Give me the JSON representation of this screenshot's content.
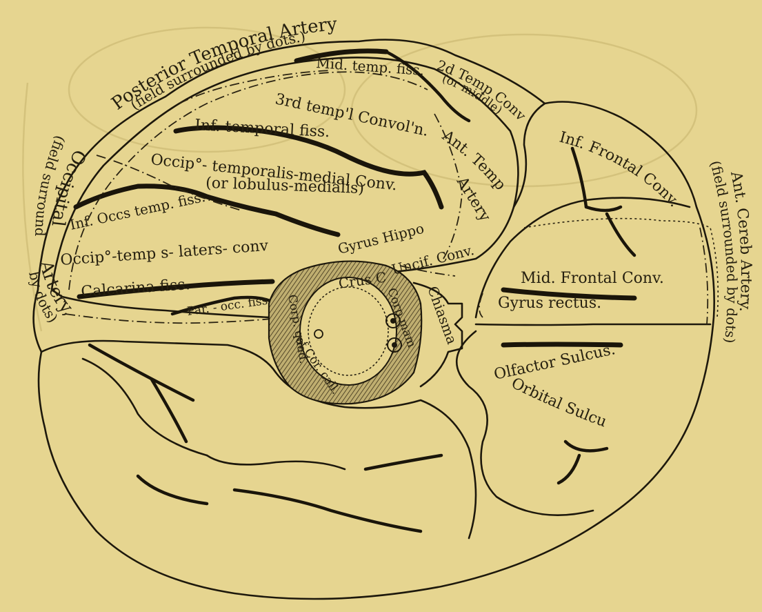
{
  "labels": {
    "posterior_temporal_artery": "Posterior Temporal Artery",
    "posterior_field_note": "(field surrounded by dots.)",
    "mid_temp_fiss": "Mid. temp. fiss.",
    "second_temp_conv": "2d Temp Conv",
    "second_temp_conv_note": "(or middle)",
    "third_temp_convol": "3rd temp'l Convol'n.",
    "inf_temporal_fiss": "Inf. temporal fiss.",
    "ant_temp_artery_1": "Ant. Temp",
    "ant_temp_artery_2": "Artery",
    "occip_temporalis_medial": "Occip°- temporalis-medial Conv.",
    "lobulus_medialis": "(or lobulus-medialis)",
    "occipital": "Occipital",
    "occipital_field_note": "(field surround",
    "occipital_artery": "Artery,",
    "occipital_by_dots": "by dots)",
    "inf_occ_temp_fiss": "Inf. Occs temp. fiss.",
    "occip_temp_lateral": "Occip°-temp s- laters- conv",
    "gyrus_hippo": "Gyrus Hippo",
    "uncif_conv": "Uncif. Conv.",
    "calcarina_fiss": "Calcarina fiss.",
    "par_occ_fiss": "Par. - occ. fiss",
    "crus_c": "Crus C",
    "corp_mam": "Corp mam",
    "chiasma": "Chiasma",
    "corp_quad": "Corp. quad.",
    "cor_call": "of Cor. call.",
    "inf_frontal_conv": "Inf. Frontal Conv.",
    "ant_cereb_artery": "Ant. Cereb Artery.",
    "ant_cereb_note": "(field surrounded by dots)",
    "mid_frontal_conv": "Mid. Frontal Conv.",
    "gyrus_rectus": "Gyrus rectus.",
    "olfactor_sulcus": "Olfactor Sulcus.",
    "orbital_sulcus": "Orbital Sulcus"
  },
  "colors": {
    "paper": "#e6d590",
    "ink": "#1d180c"
  }
}
